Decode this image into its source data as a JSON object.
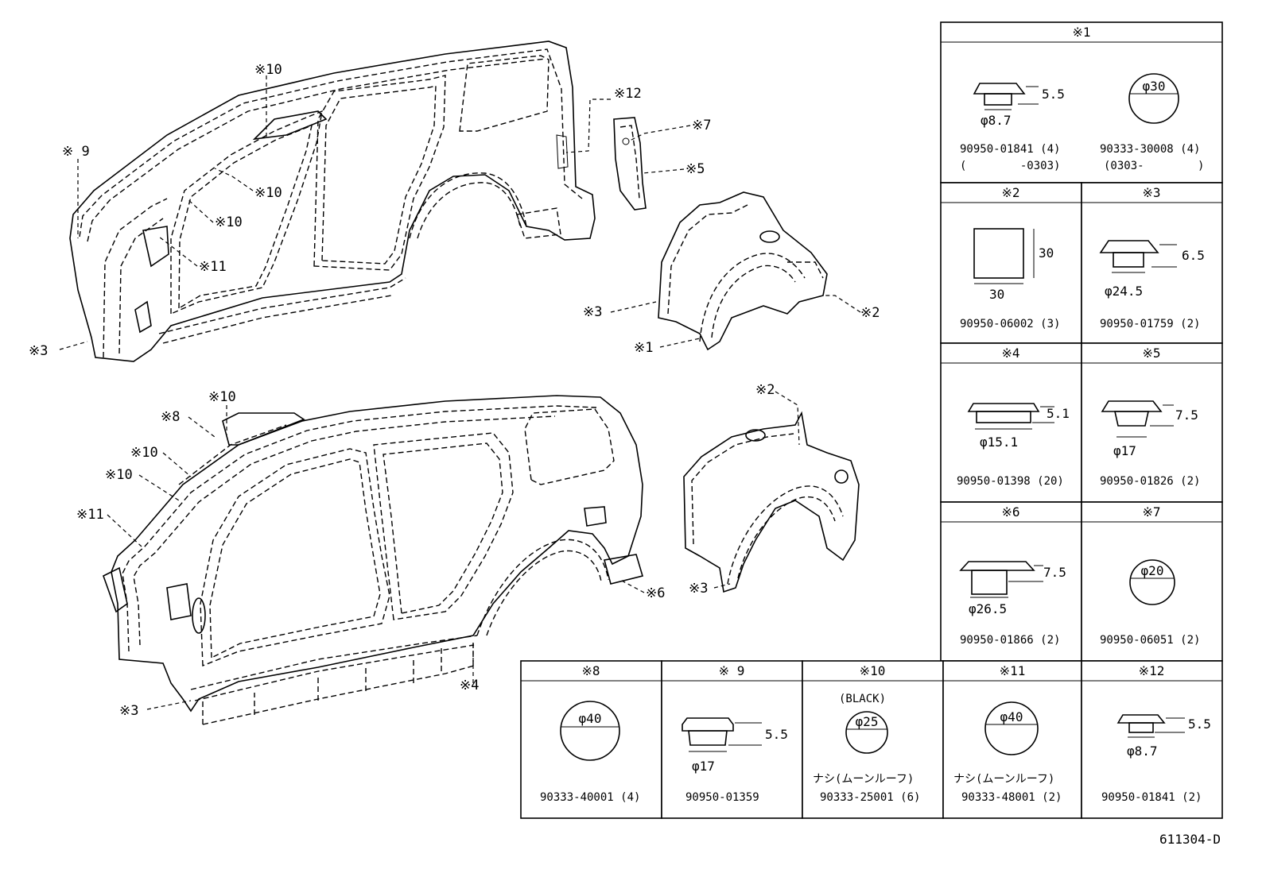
{
  "callouts": {
    "c10_top": "※10",
    "c12": "※12",
    "c9": "※ 9",
    "c7": "※7",
    "c5": "※5",
    "c10_mid": "※10",
    "c10_low": "※10",
    "c11_top": "※11",
    "c3_left": "※3",
    "c3_wheel": "※3",
    "c2_wheel": "※2",
    "c1_wheel": "※1",
    "c10_b1": "※10",
    "c8": "※8",
    "c10_b2": "※10",
    "c10_b3": "※10",
    "c11_b": "※11",
    "c2_b": "※2",
    "c6": "※6",
    "c3_bw": "※3",
    "c4": "※4",
    "c3_bl": "※3"
  },
  "table": {
    "h1": "※1",
    "h2": "※2",
    "h3": "※3",
    "h4": "※4",
    "h5": "※5",
    "h6": "※6",
    "h7": "※7",
    "h8": "※8",
    "h9": "※ 9",
    "h10": "※10",
    "h11": "※11",
    "h12": "※12",
    "p1a": "90950-01841 (4)",
    "p1a_range": "(        -0303)",
    "p1b": "90333-30008 (4)",
    "p1b_range": "(0303-        )",
    "p2": "90950-06002 (3)",
    "p3": "90950-01759 (2)",
    "p4": "90950-01398 (20)",
    "p5": "90950-01826 (2)",
    "p6": "90950-01866 (2)",
    "p7": "90950-06051 (2)",
    "p8": "90333-40001 (4)",
    "p9": "90950-01359",
    "p10": "90333-25001 (6)",
    "p11": "90333-48001 (2)",
    "p12": "90950-01841 (2)",
    "note10_top": "(BLACK)",
    "note10": "ナシ(ムーンルーフ)",
    "note11": "ナシ(ムーンルーフ)",
    "d1a_h": "5.5",
    "d1a_d": "φ8.7",
    "d1b_d": "φ30",
    "d2_w": "30",
    "d2_h": "30",
    "d3_h": "6.5",
    "d3_d": "φ24.5",
    "d4_h": "5.1",
    "d4_d": "φ15.1",
    "d5_h": "7.5",
    "d5_d": "φ17",
    "d6_h": "7.5",
    "d6_d": "φ26.5",
    "d7_d": "φ20",
    "d8_d": "φ40",
    "d9_h": "5.5",
    "d9_d": "φ17",
    "d10_d": "φ25",
    "d11_d": "φ40",
    "d12_h": "5.5",
    "d12_d": "φ8.7"
  },
  "figure_code": "611304-D"
}
